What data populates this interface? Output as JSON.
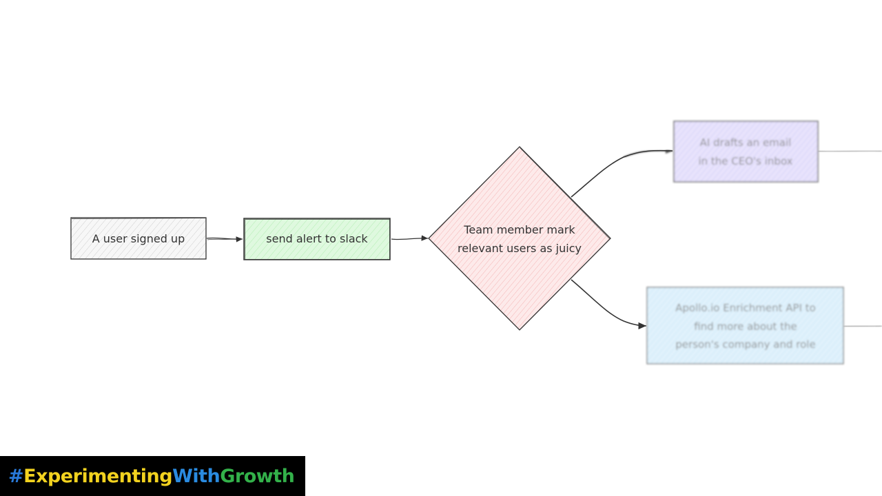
{
  "nodes": {
    "signup": {
      "label": "A user signed up"
    },
    "slack": {
      "label": "send alert to slack"
    },
    "decision": {
      "lines": [
        "Team member mark",
        "relevant users as juicy"
      ]
    },
    "ai_email": {
      "lines": [
        "AI drafts an email",
        "in the CEO's inbox"
      ]
    },
    "apollo": {
      "lines": [
        "Apollo.io Enrichment API to",
        "find more about the",
        "person's company and role"
      ]
    }
  },
  "hashtag": {
    "hash": "#",
    "part1": "Experimenting",
    "part2": "With",
    "part3": "Growth",
    "colors": {
      "hash": "#2979d8",
      "part1": "#f2d21f",
      "part2": "#2a8be0",
      "part3": "#33b14a"
    }
  },
  "colors": {
    "signup_fill": "#f2f2f2",
    "slack_fill": "#d9f7d9",
    "decision_fill": "#fbd5d5",
    "ai_email_fill": "#dcd6fb",
    "apollo_fill": "#d3ecfb",
    "stroke": "#333333"
  }
}
